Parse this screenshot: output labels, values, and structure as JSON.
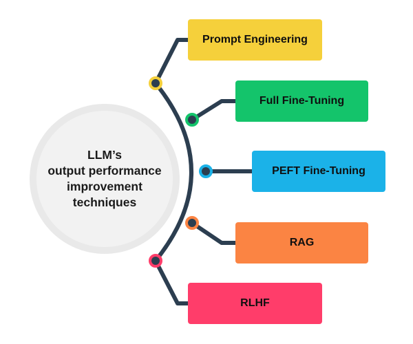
{
  "center": {
    "lines": [
      "LLM’s",
      "output performance",
      "improvement",
      "techniques"
    ]
  },
  "items": [
    {
      "label": "Prompt Engineering",
      "color": "#f5d03b"
    },
    {
      "label": "Full Fine-Tuning",
      "color": "#14c46b"
    },
    {
      "label": "PEFT Fine-Tuning",
      "color": "#1bb2e8"
    },
    {
      "label": "RAG",
      "color": "#fb8443"
    },
    {
      "label": "RLHF",
      "color": "#ff3d6a"
    }
  ],
  "colors": {
    "connector": "#2c3e50",
    "center_ring": "#e9e9e9",
    "center_fill": "#f2f2f2"
  }
}
